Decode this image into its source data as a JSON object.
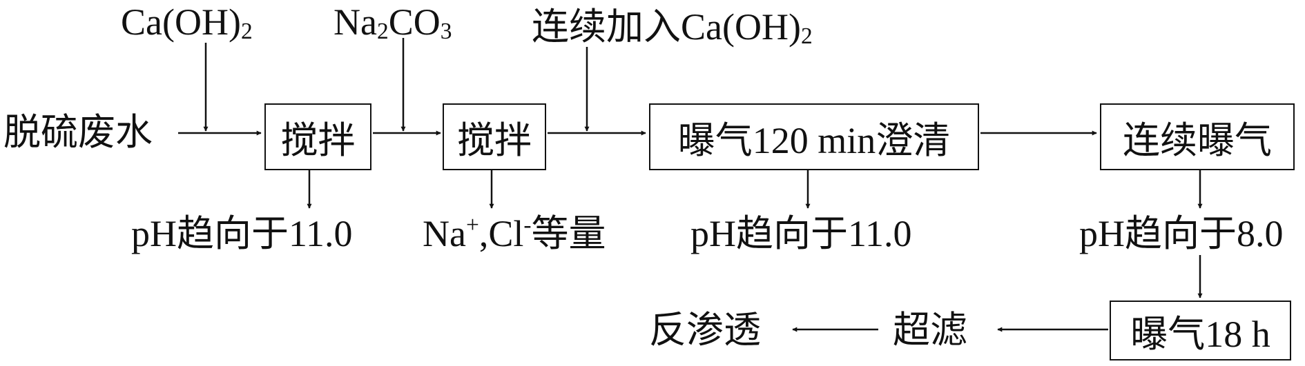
{
  "inputs": {
    "wastewater": "脱硫废水",
    "caoh2": {
      "prefix": "Ca(OH)",
      "sub": "2"
    },
    "na2co3": {
      "a": "Na",
      "sub1": "2",
      "b": "CO",
      "sub2": "3"
    },
    "continuous_caoh2": {
      "prefix": "连续加入Ca(OH)",
      "sub": "2"
    }
  },
  "steps": {
    "stir1": "搅拌",
    "stir2": "搅拌",
    "aerate_clarify": "曝气120 min澄清",
    "continuous_aerate": "连续曝气",
    "aerate_18h": "曝气18 h",
    "ultrafiltration": "超滤",
    "reverse_osmosis": "反渗透"
  },
  "annotations": {
    "ph_stir1": "pH趋向于11.0",
    "ions": {
      "na": "Na",
      "na_sup": "+",
      "sep": ",",
      "cl": "Cl",
      "cl_sup": "-",
      "tail": "等量"
    },
    "ph_aerate": "pH趋向于11.0",
    "ph_continuous": "pH趋向于8.0"
  }
}
